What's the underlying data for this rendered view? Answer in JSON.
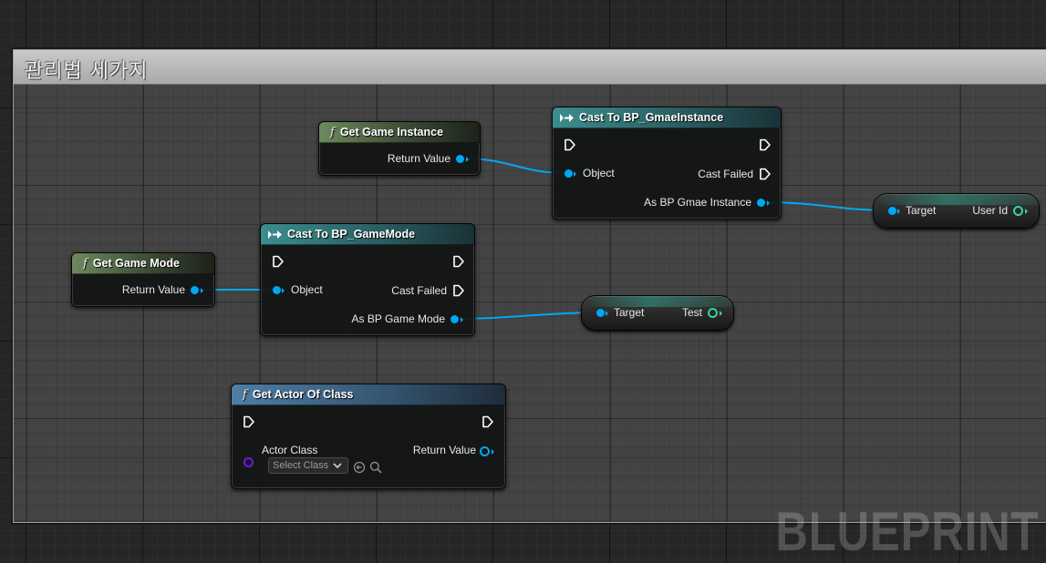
{
  "comment": {
    "title": "관리법 세가지"
  },
  "watermark": "BLUEPRINT",
  "colors": {
    "object_wire": "#00a8f3",
    "string_pin": "#30d6a0",
    "class_pin": "#6b1ed8",
    "function_header": "#6d8a5d",
    "cast_header": "#3b8d8e",
    "pure_blue_header": "#4f7ea4"
  },
  "nodes": {
    "get_game_instance": {
      "title": "Get Game Instance",
      "icon": "function-icon",
      "return_label": "Return Value"
    },
    "cast_gi": {
      "title": "Cast To BP_GmaeInstance",
      "icon": "cast-icon",
      "object_label": "Object",
      "cast_failed_label": "Cast Failed",
      "as_label": "As BP Gmae Instance"
    },
    "get_game_mode": {
      "title": "Get Game Mode",
      "icon": "function-icon",
      "return_label": "Return Value"
    },
    "cast_gm": {
      "title": "Cast To BP_GameMode",
      "icon": "cast-icon",
      "object_label": "Object",
      "cast_failed_label": "Cast Failed",
      "as_label": "As BP Game Mode"
    },
    "get_actor_of_class": {
      "title": "Get Actor Of Class",
      "icon": "function-icon",
      "actor_class_label": "Actor Class",
      "return_label": "Return Value",
      "select_placeholder": "Select Class"
    },
    "var_user_id": {
      "target_label": "Target",
      "output_label": "User Id"
    },
    "var_test": {
      "target_label": "Target",
      "output_label": "Test"
    }
  }
}
